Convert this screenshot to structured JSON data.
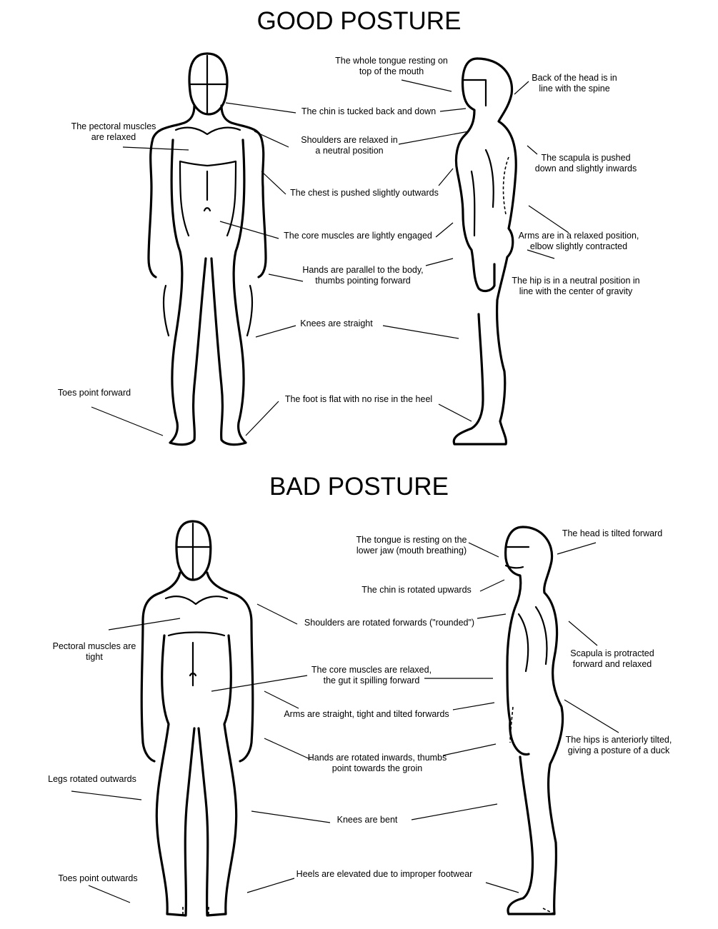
{
  "good": {
    "title": "GOOD POSTURE",
    "labels": {
      "tongue": "The whole tongue resting on top of the mouth",
      "head": "Back of the head is in line with the spine",
      "chin": "The chin is tucked back and down",
      "pectoral": "The pectoral muscles are relaxed",
      "shoulders": "Shoulders are relaxed in a neutral position",
      "scapula": "The scapula is pushed down and slightly inwards",
      "chest": "The chest is pushed slightly outwards",
      "core": "The core muscles are lightly engaged",
      "arms": "Arms are in a relaxed position, elbow slightly contracted",
      "hands": "Hands are parallel to the body, thumbs pointing forward",
      "hip": "The hip is in a neutral position in line with the center of gravity",
      "knees": "Knees are straight",
      "toes": "Toes point forward",
      "foot": "The foot is flat with no rise in the heel"
    }
  },
  "bad": {
    "title": "BAD POSTURE",
    "labels": {
      "tongue": "The tongue is resting on the lower jaw (mouth breathing)",
      "head": "The head is tilted forward",
      "chin": "The chin is rotated upwards",
      "shoulders": "Shoulders are rotated forwards (\"rounded\")",
      "pectoral": "Pectoral muscles are tight",
      "scapula": "Scapula is protracted forward and relaxed",
      "core": "The core muscles are relaxed, the gut it spilling forward",
      "arms": "Arms are straight, tight and tilted forwards",
      "hips": "The hips is anteriorly tilted, giving a posture of a duck",
      "hands": "Hands are rotated inwards, thumbs point towards the groin",
      "legs": "Legs rotated outwards",
      "knees": "Knees are bent",
      "toes": "Toes point outwards",
      "heels": "Heels are elevated due to improper footwear"
    }
  }
}
